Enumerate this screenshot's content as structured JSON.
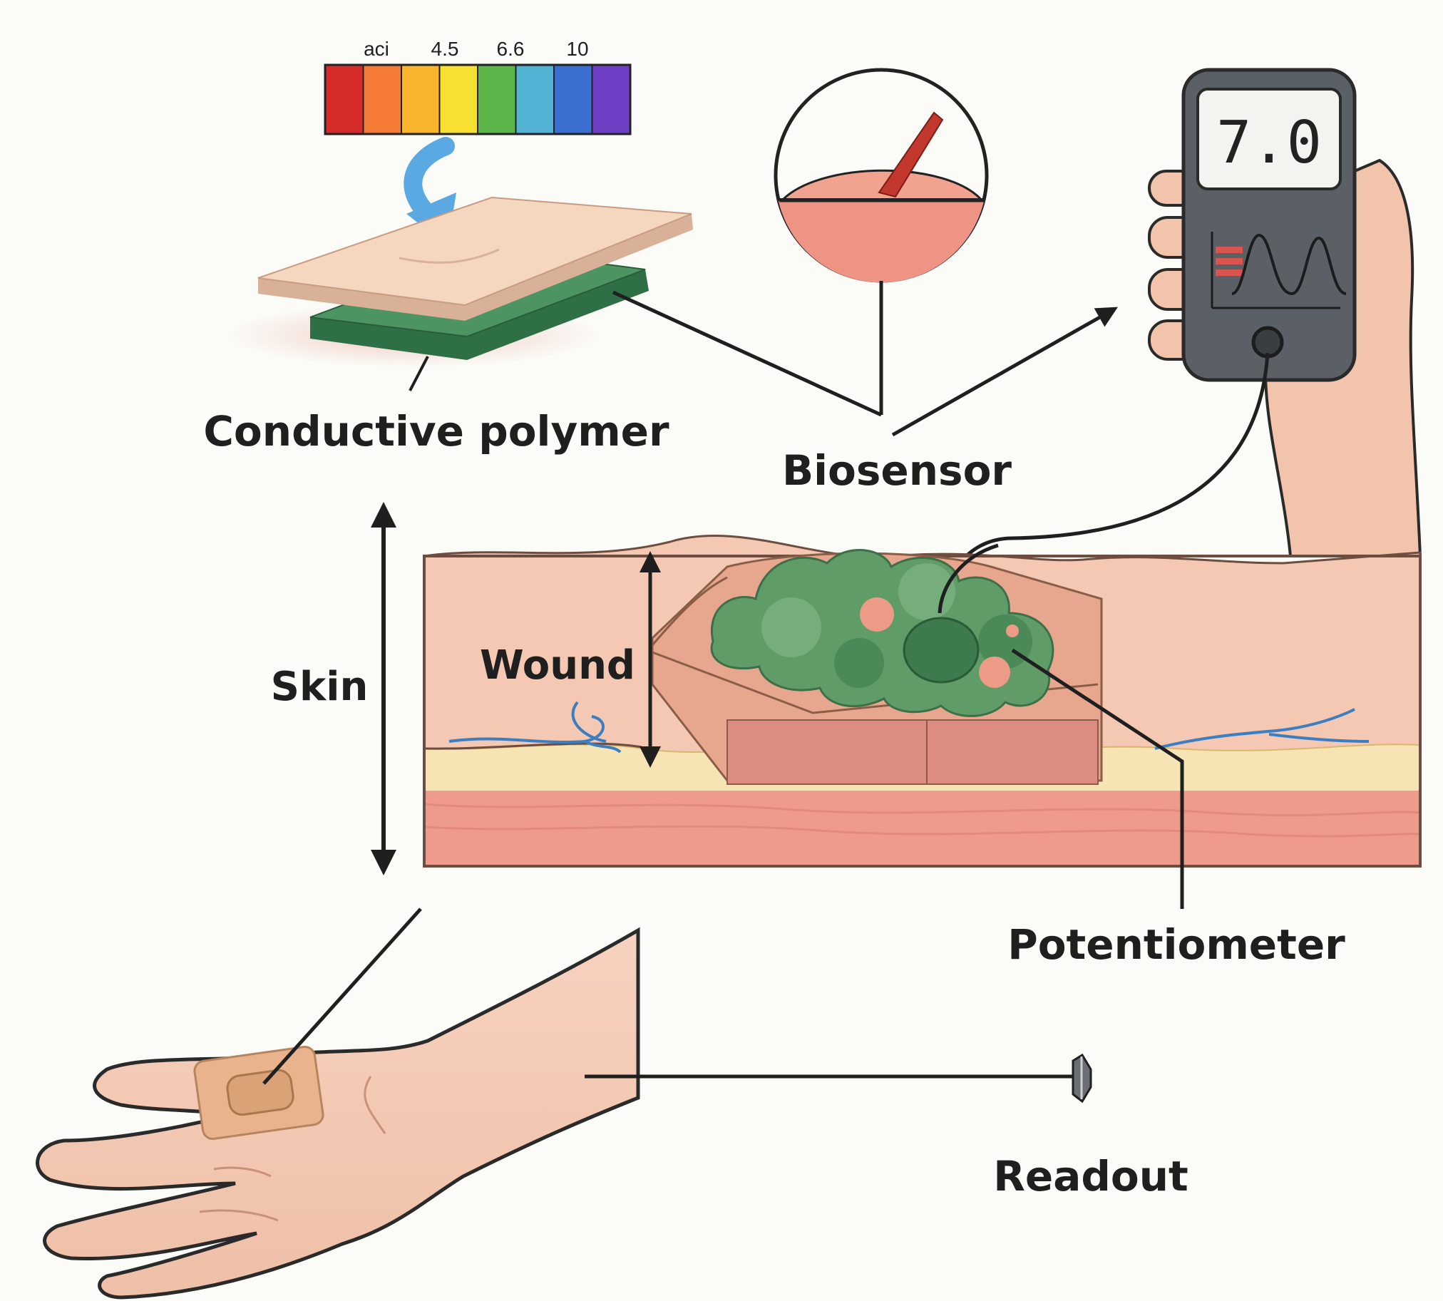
{
  "ph_scale": {
    "ticks": [
      "aci",
      "4.5",
      "6.6",
      "10"
    ],
    "colors": [
      "#d62b2b",
      "#f47a35",
      "#f9b52d",
      "#f8e030",
      "#5cb548",
      "#52b2d4",
      "#3a6fcf",
      "#6e3ec5"
    ]
  },
  "meter": {
    "reading": "7.0"
  },
  "labels": {
    "conductive_polymer": "Conductive polymer",
    "biosensor": "Biosensor",
    "skin": "Skin",
    "wound": "Wound",
    "potentiometer": "Potentiometer",
    "readout": "Readout"
  },
  "colors": {
    "skin": "#f4c8b2",
    "wound_tissue": "#5f9c68",
    "polymer_film": "#3f8a55",
    "device_body": "#5b5f66",
    "leader_line": "#1f1f1f"
  }
}
